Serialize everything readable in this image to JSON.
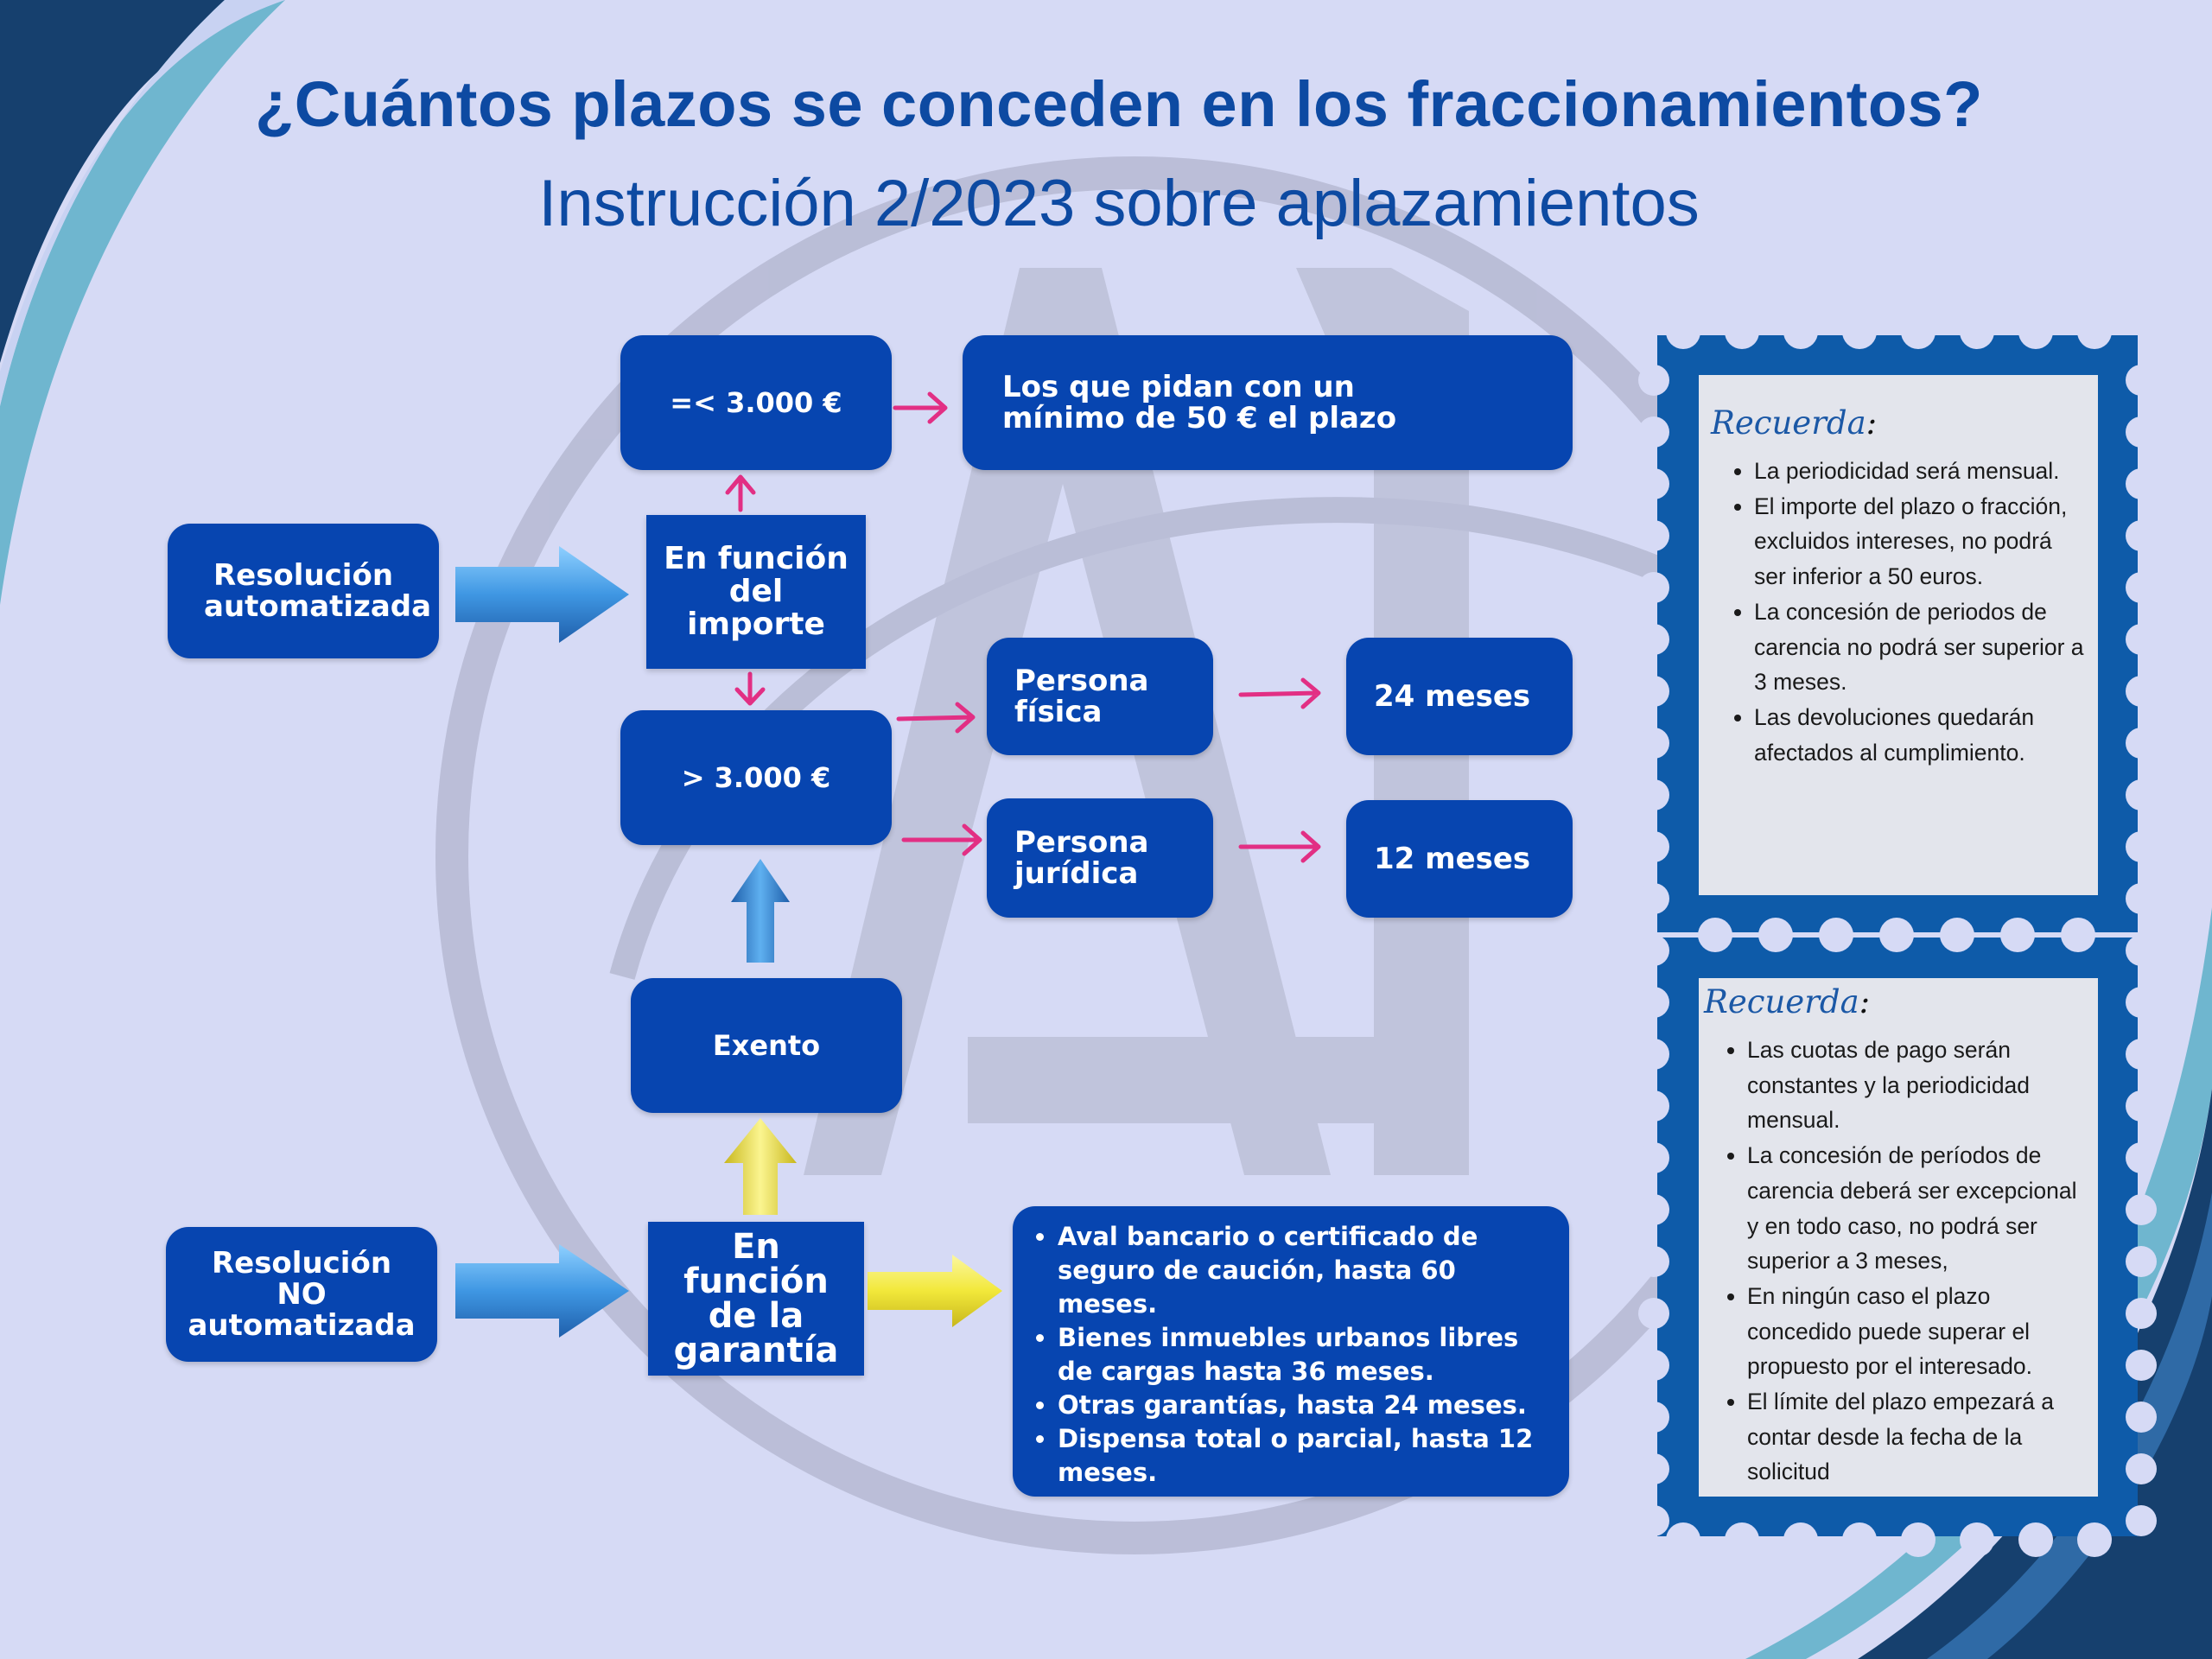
{
  "header": {
    "title": "¿Cuántos plazos se conceden en los fraccionamientos?",
    "subtitle": "Instrucción 2/2023 sobre aplazamientos"
  },
  "colors": {
    "background": "#d6daf5",
    "box_blue": "#0745b0",
    "title_blue": "#0d4aa2",
    "pink_arrow": "#e22f84",
    "blue_arrow": "#3f97e3",
    "yellow_arrow": "#f2e83a",
    "stamp_frame": "#0e5ba9",
    "stamp_paper": "#e3e5ec"
  },
  "automated": {
    "label": "Resolución automatizada",
    "branch_label": "En función del importe",
    "low_amount": "=< 3.000 €",
    "low_amount_result": "Los que pidan con un mínimo de 50 € el plazo",
    "high_amount": "> 3.000 €",
    "natural_person": "Persona física",
    "natural_person_term": "24 meses",
    "legal_person": "Persona jurídica",
    "legal_person_term": "12 meses"
  },
  "exempt": {
    "label": "Exento"
  },
  "non_automated": {
    "label": "Resolución NO automatizada",
    "branch_label": "En función de la garantía",
    "guarantee_items": [
      "Aval bancario o certificado de seguro de caución, hasta 60 meses.",
      "Bienes inmuebles urbanos libres de cargas hasta 36 meses.",
      "Otras garantías, hasta 24 meses.",
      "Dispensa total o parcial,  hasta 12 meses."
    ]
  },
  "reminders": [
    {
      "title": "Recuerda",
      "title_suffix": ":",
      "items": [
        "La periodicidad será mensual.",
        "El importe del plazo o fracción, excluidos intereses, no podrá ser inferior a 50 euros.",
        "La concesión de periodos de carencia no podrá ser superior a 3 meses.",
        "Las devoluciones quedarán afectados al cumplimiento."
      ]
    },
    {
      "title": "Recuerda",
      "title_suffix": ":",
      "items": [
        "Las cuotas de pago serán constantes y la periodicidad mensual.",
        "La concesión de períodos de carencia deberá ser excepcional y en todo caso, no podrá ser superior a 3 meses,",
        " En ningún caso el plazo concedido puede superar el propuesto por el interesado.",
        "El límite del plazo empezará a contar desde la fecha de la solicitud"
      ]
    }
  ],
  "icons": {
    "watermark": "circled-a-logo-watermark",
    "corner_waves": "corner-wave-decoration",
    "stamp": "postage-stamp-frame",
    "arrows": [
      "pink-thin-arrow",
      "blue-block-arrow",
      "yellow-block-arrow"
    ]
  }
}
